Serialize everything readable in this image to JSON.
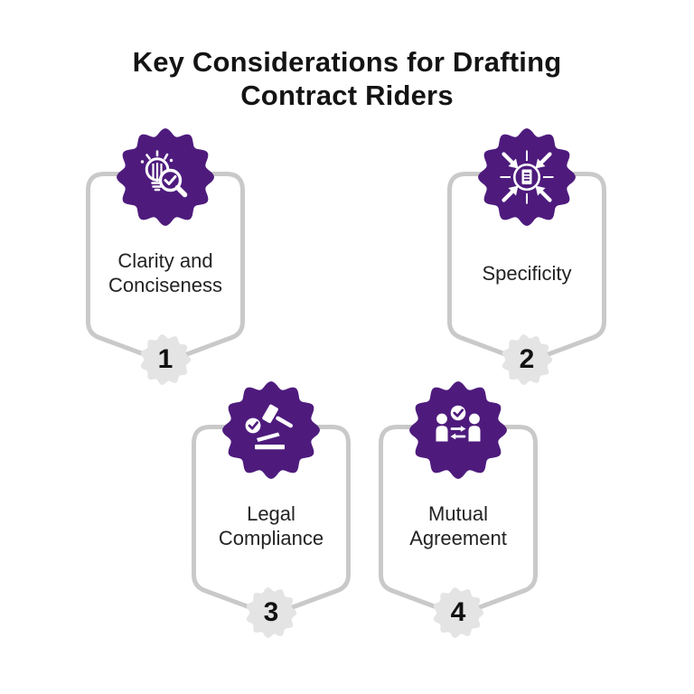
{
  "title": {
    "line1": "Key Considerations for Drafting",
    "line2": "Contract Riders"
  },
  "items": [
    {
      "number": "1",
      "label": "Clarity and Conciseness",
      "icon": "lightbulb-magnifier-icon"
    },
    {
      "number": "2",
      "label": "Specificity",
      "icon": "converging-arrows-document-icon"
    },
    {
      "number": "3",
      "label": "Legal Compliance",
      "icon": "gavel-check-icon"
    },
    {
      "number": "4",
      "label": "Mutual Agreement",
      "icon": "people-exchange-check-icon"
    }
  ],
  "colors": {
    "accent": "#4E1B7D",
    "frame_border": "#C9C9C9",
    "number_badge_bg": "#E4E4E4",
    "title_text": "#141414",
    "label_text": "#232323",
    "background": "#FFFFFF"
  }
}
